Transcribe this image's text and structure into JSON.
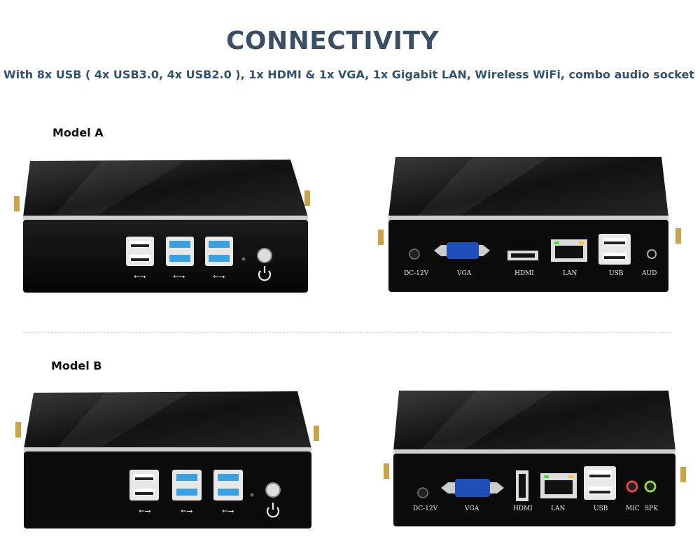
{
  "header": {
    "title": "CONNECTIVITY",
    "subtitle": "With 8x USB ( 4x  USB3.0, 4x USB2.0 ), 1x HDMI & 1x VGA, 1x Gigabit LAN, Wireless WiFi, combo audio socket"
  },
  "models": [
    {
      "label": "Model A",
      "rear_ports": [
        "DC-12V",
        "VGA",
        "HDMI",
        "LAN",
        "USB",
        "AUD"
      ]
    },
    {
      "label": "Model B",
      "rear_ports": [
        "DC-12V",
        "VGA",
        "HDMI",
        "LAN",
        "USB",
        "MIC",
        "SPK"
      ]
    }
  ],
  "colors": {
    "title": "#3a4f63",
    "subtitle": "#34536f",
    "usb3": "#3aa0e0",
    "vga": "#1f4fb8"
  },
  "icons": [
    "usb-icon",
    "power-icon",
    "antenna-icon"
  ]
}
